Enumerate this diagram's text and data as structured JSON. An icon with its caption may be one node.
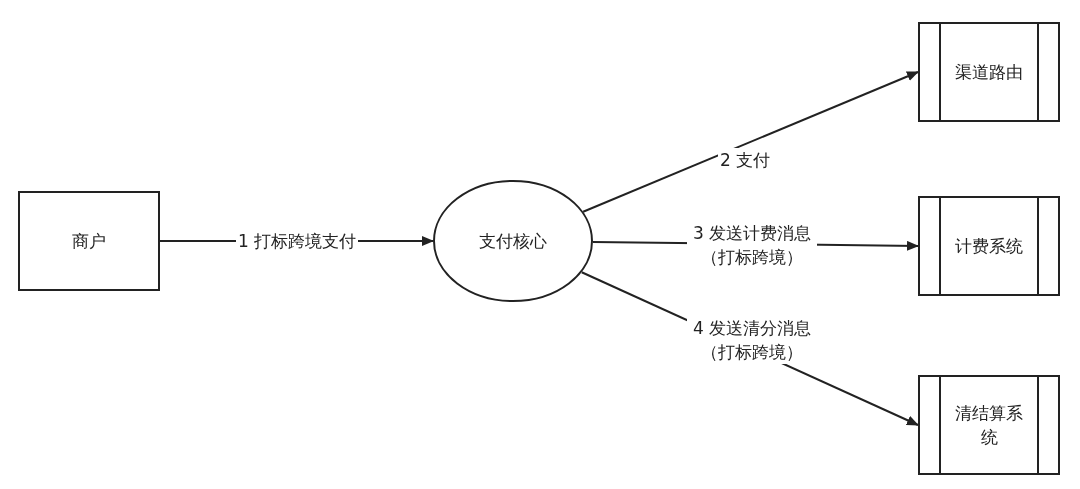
{
  "diagram": {
    "nodes": [
      {
        "text": [
          "商户"
        ]
      },
      {
        "text": [
          "支付核心"
        ]
      },
      {
        "text": [
          "渠道路由"
        ]
      },
      {
        "text": [
          "计费系统"
        ]
      },
      {
        "text": [
          "清结算系统"
        ]
      }
    ],
    "edges": [
      {
        "from": 0,
        "to": 1,
        "arrow": "to",
        "label": "1 打标跨境支付"
      },
      {
        "from": 1,
        "to": 2,
        "arrow": "to",
        "label": "2 支付"
      },
      {
        "from": 1,
        "to": 3,
        "arrow": "to",
        "label": "3 发送计费消息（打标跨境）"
      },
      {
        "from": 1,
        "to": 4,
        "arrow": "to",
        "label": "4 发送清分消息（打标跨境）"
      }
    ]
  }
}
